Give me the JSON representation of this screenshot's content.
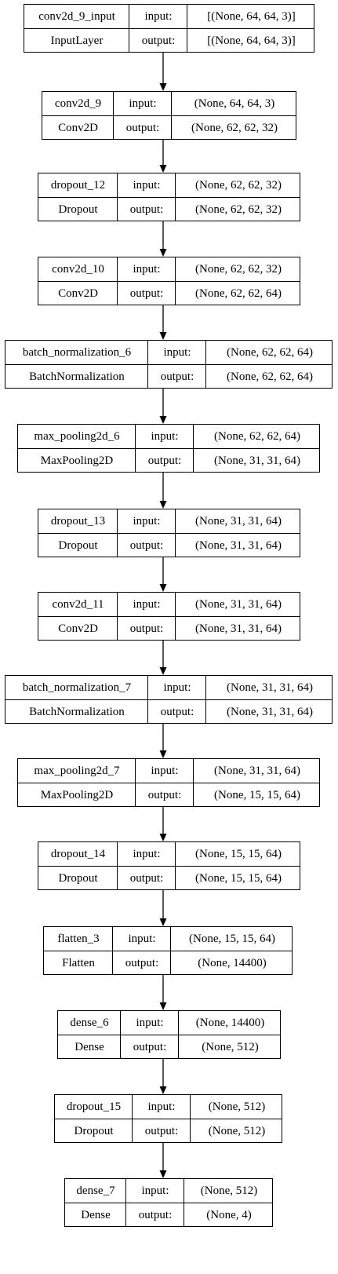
{
  "layers": [
    {
      "name": "conv2d_9_input",
      "type": "InputLayer",
      "input_label": "input:",
      "output_label": "output:",
      "input_shape": "[(None, 64, 64, 3)]",
      "output_shape": "[(None, 64, 64, 3)]"
    },
    {
      "name": "conv2d_9",
      "type": "Conv2D",
      "input_label": "input:",
      "output_label": "output:",
      "input_shape": "(None, 64, 64, 3)",
      "output_shape": "(None, 62, 62, 32)"
    },
    {
      "name": "dropout_12",
      "type": "Dropout",
      "input_label": "input:",
      "output_label": "output:",
      "input_shape": "(None, 62, 62, 32)",
      "output_shape": "(None, 62, 62, 32)"
    },
    {
      "name": "conv2d_10",
      "type": "Conv2D",
      "input_label": "input:",
      "output_label": "output:",
      "input_shape": "(None, 62, 62, 32)",
      "output_shape": "(None, 62, 62, 64)"
    },
    {
      "name": "batch_normalization_6",
      "type": "BatchNormalization",
      "input_label": "input:",
      "output_label": "output:",
      "input_shape": "(None, 62, 62, 64)",
      "output_shape": "(None, 62, 62, 64)"
    },
    {
      "name": "max_pooling2d_6",
      "type": "MaxPooling2D",
      "input_label": "input:",
      "output_label": "output:",
      "input_shape": "(None, 62, 62, 64)",
      "output_shape": "(None, 31, 31, 64)"
    },
    {
      "name": "dropout_13",
      "type": "Dropout",
      "input_label": "input:",
      "output_label": "output:",
      "input_shape": "(None, 31, 31, 64)",
      "output_shape": "(None, 31, 31, 64)"
    },
    {
      "name": "conv2d_11",
      "type": "Conv2D",
      "input_label": "input:",
      "output_label": "output:",
      "input_shape": "(None, 31, 31, 64)",
      "output_shape": "(None, 31, 31, 64)"
    },
    {
      "name": "batch_normalization_7",
      "type": "BatchNormalization",
      "input_label": "input:",
      "output_label": "output:",
      "input_shape": "(None, 31, 31, 64)",
      "output_shape": "(None, 31, 31, 64)"
    },
    {
      "name": "max_pooling2d_7",
      "type": "MaxPooling2D",
      "input_label": "input:",
      "output_label": "output:",
      "input_shape": "(None, 31, 31, 64)",
      "output_shape": "(None, 15, 15, 64)"
    },
    {
      "name": "dropout_14",
      "type": "Dropout",
      "input_label": "input:",
      "output_label": "output:",
      "input_shape": "(None, 15, 15, 64)",
      "output_shape": "(None, 15, 15, 64)"
    },
    {
      "name": "flatten_3",
      "type": "Flatten",
      "input_label": "input:",
      "output_label": "output:",
      "input_shape": "(None, 15, 15, 64)",
      "output_shape": "(None, 14400)"
    },
    {
      "name": "dense_6",
      "type": "Dense",
      "input_label": "input:",
      "output_label": "output:",
      "input_shape": "(None, 14400)",
      "output_shape": "(None, 512)"
    },
    {
      "name": "dropout_15",
      "type": "Dropout",
      "input_label": "input:",
      "output_label": "output:",
      "input_shape": "(None, 512)",
      "output_shape": "(None, 512)"
    },
    {
      "name": "dense_7",
      "type": "Dense",
      "input_label": "input:",
      "output_label": "output:",
      "input_shape": "(None, 512)",
      "output_shape": "(None, 4)"
    }
  ]
}
